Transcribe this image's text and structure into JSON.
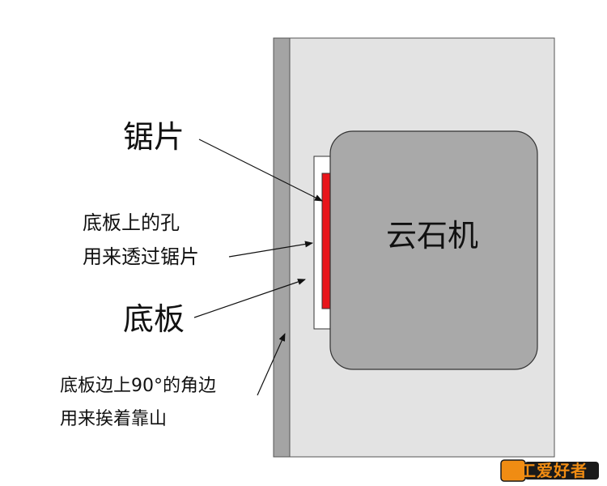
{
  "labels": {
    "saw_blade": "锯片",
    "hole_line1": "底板上的孔",
    "hole_line2": "用来透过锯片",
    "base_plate": "底板",
    "edge_line1": "底板边上90°的角边",
    "edge_line2": "用来挨着靠山",
    "machine": "云石机"
  },
  "watermark": {
    "text": "木工爱好者"
  },
  "colors": {
    "wall": "#e3e3e3",
    "edge_strip": "#a4a4a4",
    "machine_body": "#a9a9a9",
    "blade": "#e8151b",
    "plate": "#ffffff",
    "outline": "#333333",
    "watermark_orange": "#f08c13",
    "watermark_dark": "#1a1a1a"
  }
}
